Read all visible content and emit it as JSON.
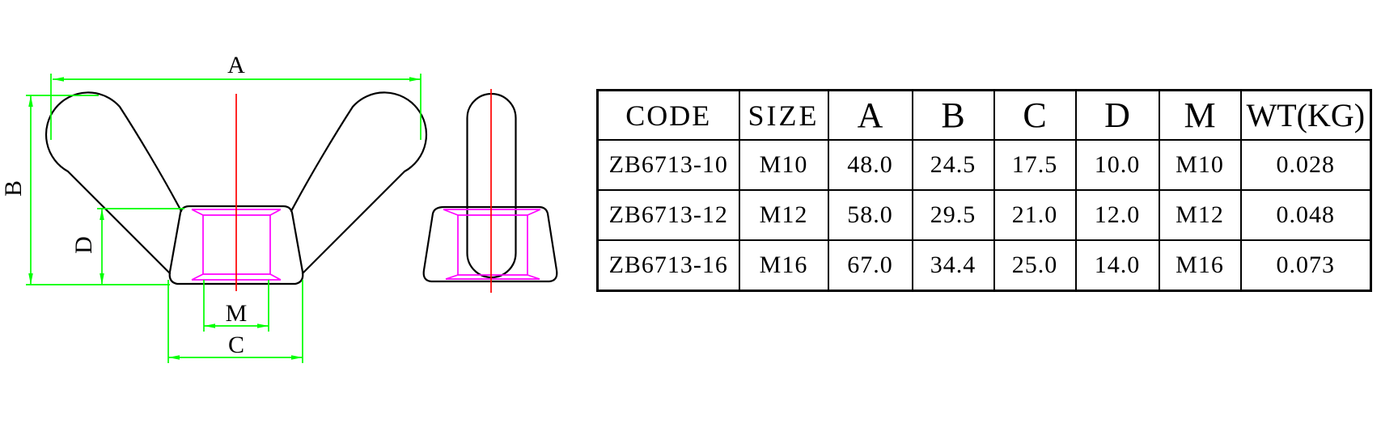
{
  "drawing": {
    "dim_labels": {
      "a": "A",
      "b": "B",
      "c": "C",
      "d": "D",
      "m": "M"
    },
    "colors": {
      "outlines": "#000000",
      "dimension_lines": "#00ff00",
      "thread_lines": "#ff00ff",
      "centerlines": "#ff0000",
      "background": "#ffffff",
      "text": "#000000"
    }
  },
  "table": {
    "headers": [
      "CODE",
      "SIZE",
      "A",
      "B",
      "C",
      "D",
      "M",
      "WT(KG)"
    ],
    "rows": [
      [
        "ZB6713-10",
        "M10",
        "48.0",
        "24.5",
        "17.5",
        "10.0",
        "M10",
        "0.028"
      ],
      [
        "ZB6713-12",
        "M12",
        "58.0",
        "29.5",
        "21.0",
        "12.0",
        "M12",
        "0.048"
      ],
      [
        "ZB6713-16",
        "M16",
        "67.0",
        "34.4",
        "25.0",
        "14.0",
        "M16",
        "0.073"
      ]
    ]
  }
}
